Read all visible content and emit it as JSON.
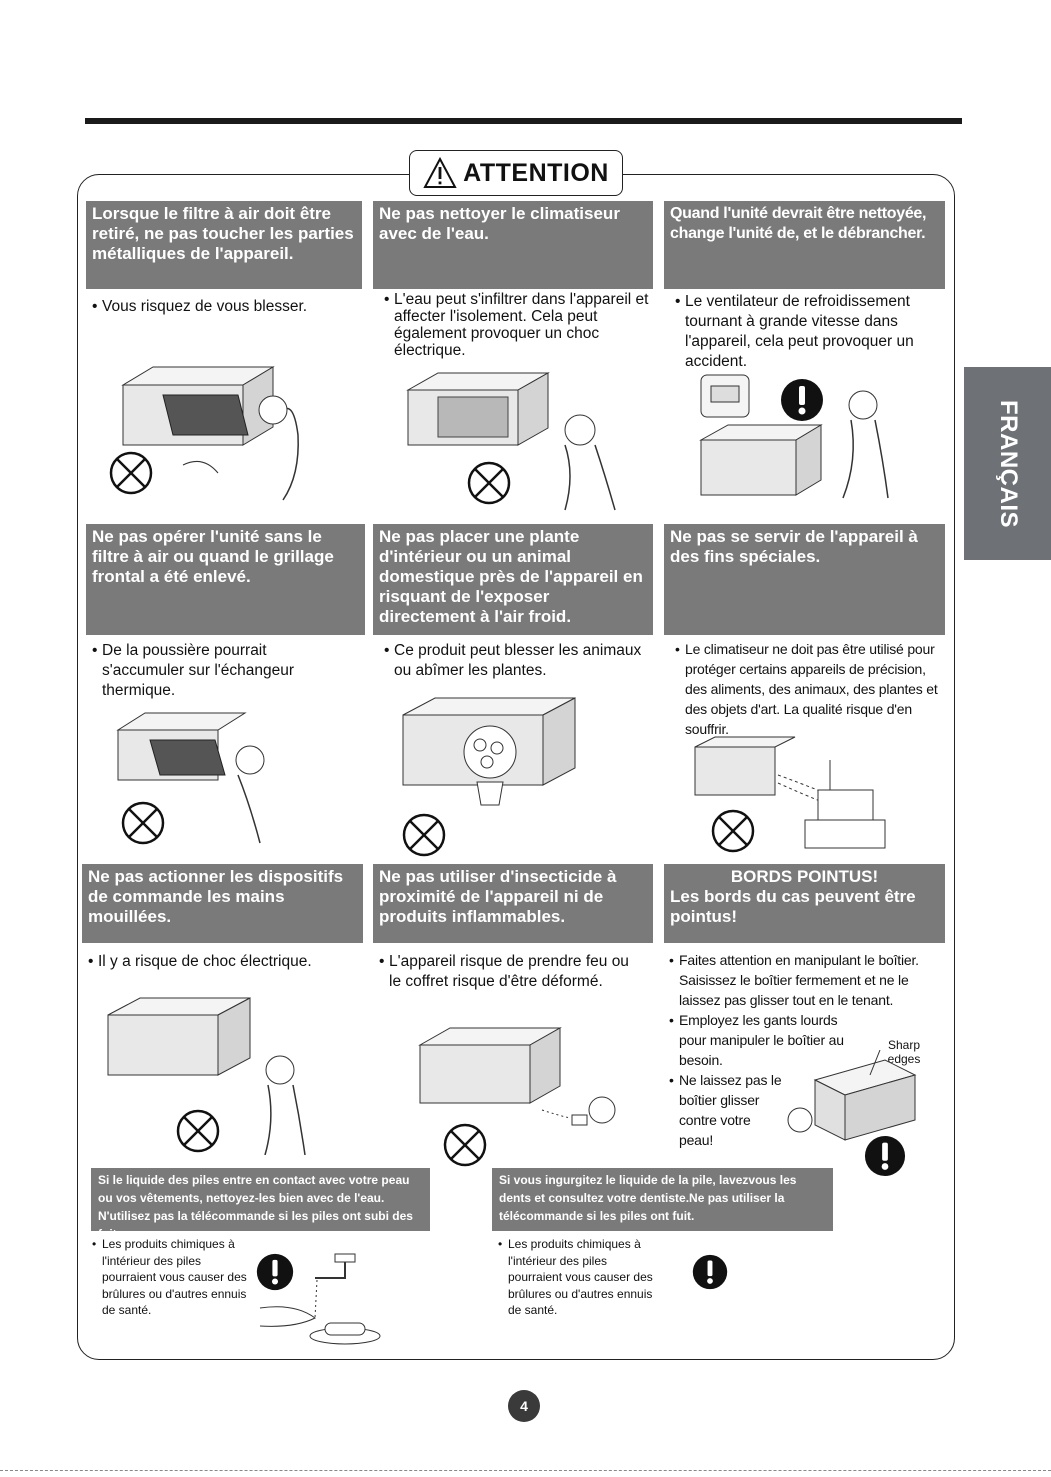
{
  "header": {
    "title": "ATTENTION"
  },
  "side_tab": {
    "label": "FRANÇAIS"
  },
  "cells": [
    {
      "heading": "Lorsque le filtre à air doit être retiré, ne pas toucher les parties métalliques de l'appareil.",
      "bullets": [
        "Vous risquez de vous blesser."
      ]
    },
    {
      "heading": "Ne pas nettoyer le climatiseur avec de l'eau.",
      "bullets": [
        "L'eau peut s'infiltrer dans l'appareil et affecter l'isolement. Cela peut également provoquer un choc électrique."
      ]
    },
    {
      "heading": "Quand l'unité devrait être nettoyée, change l'unité de, et le débrancher.",
      "bullets": [
        "Le ventilateur de refroidissement tournant à grande vitesse dans l'appareil, cela peut provoquer un accident."
      ]
    },
    {
      "heading": "Ne pas opérer l'unité sans le filtre à air ou quand le grillage frontal a été enlevé.",
      "bullets": [
        "De la poussière pourrait s'accumuler sur l'échangeur thermique."
      ]
    },
    {
      "heading": "Ne pas placer une plante d'intérieur ou un animal domestique près de l'appareil en risquant de l'exposer directement à l'air froid.",
      "bullets": [
        "Ce produit peut blesser les animaux ou abîmer les plantes."
      ]
    },
    {
      "heading": "Ne pas se servir de l'appareil à des fins spéciales.",
      "bullets": [
        "Le climatiseur ne doit pas être utilisé pour protéger certains appareils de précision, des aliments, des animaux, des plantes et des objets d'art. La qualité risque d'en souffrir."
      ]
    },
    {
      "heading": "Ne pas actionner les dispositifs de commande les mains mouillées.",
      "bullets": [
        "Il y a risque de choc électrique."
      ]
    },
    {
      "heading": "Ne pas utiliser d'insecticide à proximité de l'appareil ni de produits inflammables.",
      "bullets": [
        "L'appareil risque de prendre feu ou le coffret risque d'être déformé."
      ]
    },
    {
      "heading_line1": "BORDS POINTUS!",
      "heading": "Les bords du cas peuvent être pointus!",
      "bullets": [
        "Faites attention en manipulant le boîtier. Saisissez le boîtier fermement et ne le laissez pas glisser tout en le tenant.",
        "Employez les gants lourds pour manipuler le boîtier au besoin.",
        "Ne laissez pas le boîtier glisser contre votre peau!"
      ],
      "sharp_label": "Sharp edges"
    },
    {
      "heading": "Si le liquide des piles entre en contact avec votre peau ou vos vêtements, nettoyez-les bien avec de l'eau. N'utilisez pas la télécommande si les piles ont subi des fuites.",
      "bullets": [
        "Les produits chimiques à l'intérieur des piles pourraient vous causer des brûlures ou d'autres ennuis de santé."
      ]
    },
    {
      "heading": "Si vous ingurgitez le liquide de la pile, lavezvous les dents et consultez votre dentiste.Ne pas utiliser la télécommande si les piles ont fuit.",
      "bullets": [
        "Les produits chimiques à l'intérieur des piles pourraient vous causer des brûlures ou d'autres ennuis de santé."
      ]
    }
  ],
  "page_number": "4"
}
